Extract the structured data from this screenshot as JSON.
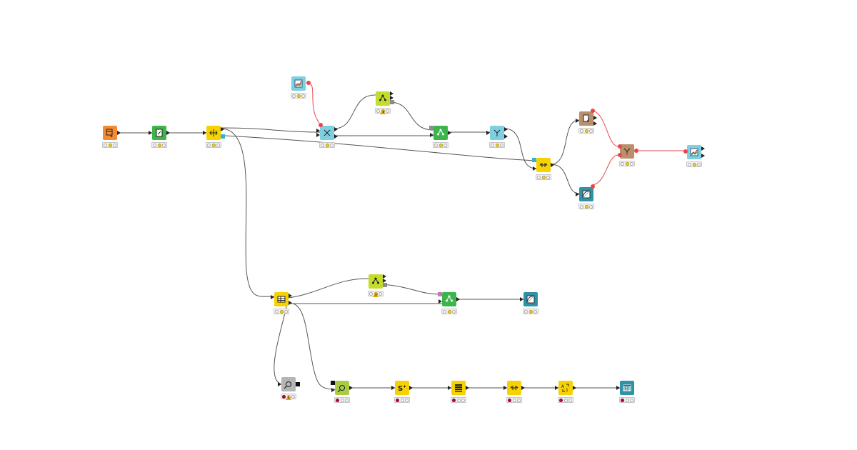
{
  "colors": {
    "source": "#f58b33",
    "manipulator": "#f8d200",
    "learner": "#c5dc2d",
    "predictor": "#3cb54a",
    "view": "#2f93a8",
    "visualizer": "#7ecfe0",
    "flow": "#b9906b",
    "loop": "#aacc44",
    "loop_gray": "#b5b5b5",
    "connection": "#555555",
    "flow_connection": "#e8474a"
  },
  "nodes": [
    {
      "id": "excel-reader",
      "cat": "source",
      "icon": "table-read-icon",
      "status": [
        "off",
        "yellow",
        "off"
      ]
    },
    {
      "id": "normalizer",
      "cat": "predictor",
      "icon": "document-icon",
      "status": [
        "off",
        "yellow",
        "off"
      ]
    },
    {
      "id": "partitioning-top",
      "cat": "manipulator",
      "icon": "split-arrows-icon",
      "status": [
        "off",
        "yellow",
        "off"
      ]
    },
    {
      "id": "plot-view-top",
      "cat": "visualizer",
      "icon": "chart-icon",
      "status": [
        "off",
        "yellow",
        "off"
      ]
    },
    {
      "id": "data-joiner-top",
      "cat": "visualizer",
      "icon": "join-icon",
      "status": [
        "off",
        "yellow",
        "off"
      ]
    },
    {
      "id": "learner-top",
      "cat": "learner",
      "icon": "tree-learner-icon",
      "status": [
        "off",
        "yellow",
        "off"
      ],
      "warning": true
    },
    {
      "id": "predictor-top",
      "cat": "predictor",
      "icon": "tree-predictor-icon",
      "status": [
        "off",
        "yellow",
        "off"
      ]
    },
    {
      "id": "column-joiner",
      "cat": "visualizer",
      "icon": "merge-icon",
      "status": [
        "off",
        "yellow",
        "off"
      ]
    },
    {
      "id": "column-filter",
      "cat": "manipulator",
      "icon": "column-split-icon",
      "status": [
        "off",
        "yellow",
        "off"
      ]
    },
    {
      "id": "scorer-flow",
      "cat": "flow",
      "icon": "edit-variable-icon",
      "status": [
        "off",
        "yellow",
        "off"
      ]
    },
    {
      "id": "roc-view",
      "cat": "view",
      "icon": "roc-curve-icon",
      "status": [
        "off",
        "yellow",
        "off"
      ]
    },
    {
      "id": "merge-variables",
      "cat": "flow",
      "icon": "variable-merge-icon",
      "status": [
        "off",
        "yellow",
        "off"
      ]
    },
    {
      "id": "final-view",
      "cat": "visualizer",
      "icon": "chart-icon",
      "status": [
        "off",
        "yellow",
        "off"
      ]
    },
    {
      "id": "column-rename",
      "cat": "manipulator",
      "icon": "grid-icon",
      "status": [
        "off",
        "yellow",
        "off"
      ]
    },
    {
      "id": "learner-mid",
      "cat": "learner",
      "icon": "tree-learner-icon",
      "status": [
        "off",
        "yellow",
        "off"
      ],
      "warning": true
    },
    {
      "id": "predictor-mid",
      "cat": "predictor",
      "icon": "tree-predictor-icon",
      "status": [
        "off",
        "yellow",
        "off"
      ]
    },
    {
      "id": "view-mid",
      "cat": "view",
      "icon": "roc-curve-icon",
      "status": [
        "off",
        "yellow",
        "off"
      ]
    },
    {
      "id": "loop-start",
      "cat": "loop_gray",
      "icon": "loop-search-icon",
      "status": [
        "red",
        "off",
        "off"
      ],
      "warning": true
    },
    {
      "id": "loop-inner",
      "cat": "loop",
      "icon": "loop-search-icon",
      "status": [
        "red",
        "off",
        "off"
      ]
    },
    {
      "id": "sorter",
      "cat": "manipulator",
      "icon": "sort-icon",
      "status": [
        "red",
        "off",
        "off"
      ]
    },
    {
      "id": "row-filter",
      "cat": "manipulator",
      "icon": "rows-icon",
      "status": [
        "red",
        "off",
        "off"
      ]
    },
    {
      "id": "column-splitter",
      "cat": "manipulator",
      "icon": "column-split-icon",
      "status": [
        "red",
        "off",
        "off"
      ]
    },
    {
      "id": "number-to-string",
      "cat": "manipulator",
      "icon": "convert-icon",
      "status": [
        "red",
        "off",
        "off"
      ]
    },
    {
      "id": "table-view",
      "cat": "view",
      "icon": "table-view-icon",
      "status": [
        "red",
        "off",
        "off"
      ]
    }
  ]
}
